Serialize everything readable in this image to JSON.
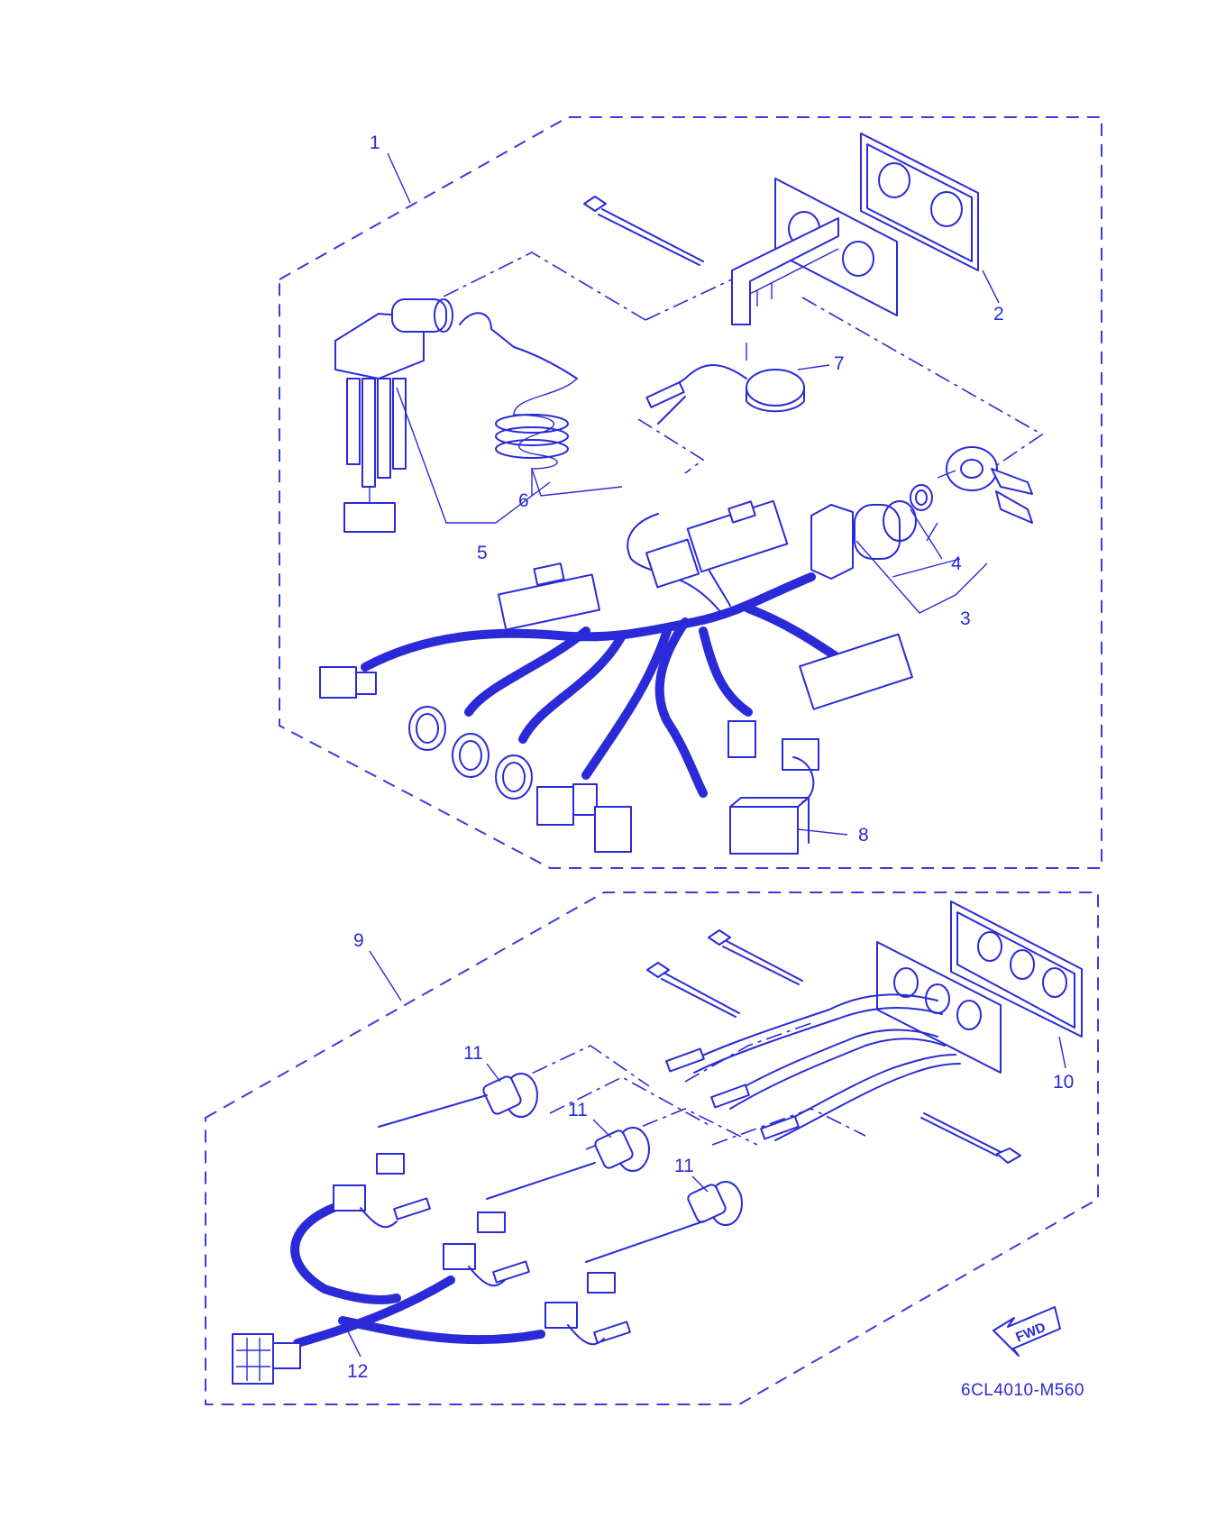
{
  "colors": {
    "line": "#2a2ad8",
    "background": "#ffffff"
  },
  "diagram_code": "6CL4010-M560",
  "fwd_label": "FWD",
  "callouts": {
    "c1": "1",
    "c2": "2",
    "c3": "3",
    "c4": "4",
    "c5": "5",
    "c6": "6",
    "c7": "7",
    "c8": "8",
    "c9": "9",
    "c10": "10",
    "c11a": "11",
    "c11b": "11",
    "c11c": "11",
    "c12": "12"
  }
}
